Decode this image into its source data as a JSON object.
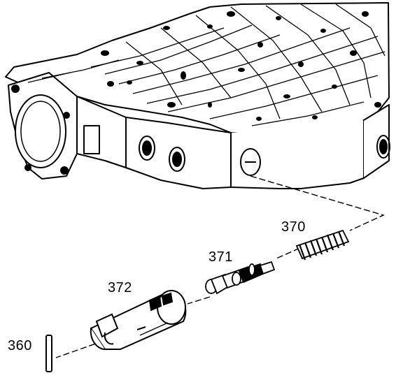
{
  "diagram": {
    "callouts": {
      "c370": "370",
      "c371": "371",
      "c372": "372",
      "c360": "360"
    },
    "colors": {
      "ink": "#000000",
      "paper": "#ffffff"
    }
  }
}
